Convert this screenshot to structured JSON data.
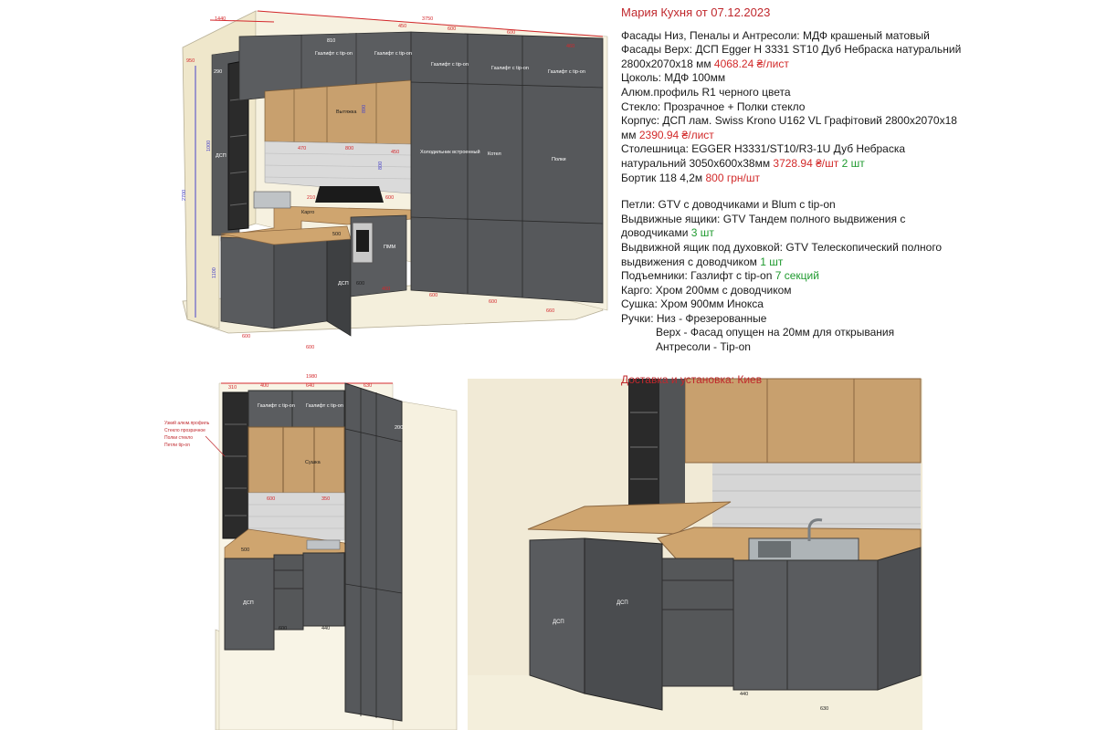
{
  "spec": {
    "title": "Мария Кухня от 07.12.2023",
    "lines1": [
      {
        "parts": [
          {
            "t": "Фасады Низ, Пеналы и Антресоли: МДФ крашеный матовый"
          }
        ]
      },
      {
        "parts": [
          {
            "t": "Фасады Верх: ДСП Egger H 3331 ST10 Дуб Небраска натуральний"
          }
        ]
      },
      {
        "parts": [
          {
            "t": "2800x2070x18 мм "
          },
          {
            "t": "4068.24 ₴/лист",
            "c": "red"
          }
        ]
      },
      {
        "parts": [
          {
            "t": "Цоколь: МДФ 100мм"
          }
        ]
      },
      {
        "parts": [
          {
            "t": "Алюм.профиль R1 черного цвета"
          }
        ]
      },
      {
        "parts": [
          {
            "t": "Стекло: Прозрачное + Полки стекло"
          }
        ]
      },
      {
        "parts": [
          {
            "t": "Корпус: ДСП лам. Swiss Krono U162 VL Графітовий 2800x2070x18"
          }
        ]
      },
      {
        "parts": [
          {
            "t": "мм "
          },
          {
            "t": "2390.94 ₴/лист",
            "c": "red"
          }
        ]
      },
      {
        "parts": [
          {
            "t": "Столешница: EGGER H3331/ST10/R3-1U Дуб Небраска"
          }
        ]
      },
      {
        "parts": [
          {
            "t": "натуральний 3050x600x38мм "
          },
          {
            "t": "3728.94 ₴/шт",
            "c": "red"
          },
          {
            "t": " 2 шт",
            "c": "green"
          }
        ]
      },
      {
        "parts": [
          {
            "t": "Бортик 118 4,2м "
          },
          {
            "t": "800 грн/шт",
            "c": "red"
          }
        ]
      }
    ],
    "lines2": [
      {
        "parts": [
          {
            "t": "Петли: GTV с доводчиками и Blum с tip-on"
          }
        ]
      },
      {
        "parts": [
          {
            "t": "Выдвижные ящики: GTV Тандем полного выдвижения с"
          }
        ]
      },
      {
        "parts": [
          {
            "t": "доводчиками "
          },
          {
            "t": "3 шт",
            "c": "green"
          }
        ]
      },
      {
        "parts": [
          {
            "t": "Выдвижной ящик под духовкой: GTV Телескопический полного"
          }
        ]
      },
      {
        "parts": [
          {
            "t": "выдвижения с доводчиком "
          },
          {
            "t": "1 шт",
            "c": "green"
          }
        ]
      },
      {
        "parts": [
          {
            "t": "Подъемники: Газлифт с tip-on "
          },
          {
            "t": "7 секций",
            "c": "green"
          }
        ]
      },
      {
        "parts": [
          {
            "t": "Карго: Хром 200мм с доводчиком"
          }
        ]
      },
      {
        "parts": [
          {
            "t": "Сушка: Хром 900мм Инокса"
          }
        ]
      },
      {
        "parts": [
          {
            "t": "Ручки: Низ - Фрезерованные"
          }
        ]
      },
      {
        "parts": [
          {
            "t": "Верх - Фасад опущен на 20мм для открывания"
          }
        ],
        "indent": true
      },
      {
        "parts": [
          {
            "t": "Антресоли - Tip-on"
          }
        ],
        "indent": true
      }
    ],
    "delivery": "Доставка и установка: Киев"
  },
  "view1": {
    "dims_top": [
      "1440",
      "3750",
      "450",
      "600",
      "600",
      "460",
      "950",
      "290",
      "810"
    ],
    "dims_side": [
      "2700",
      "1000",
      "1100",
      "800",
      "890"
    ],
    "dims_bottom": [
      "600",
      "600",
      "400",
      "600",
      "600",
      "660",
      "470",
      "800",
      "450",
      "210",
      "600",
      "500",
      "600"
    ],
    "labels": {
      "gaslift": "Газлифт\nс tip-on",
      "vytyazhka": "Вытяжка",
      "fridge": "Холодильник\nвстроенный",
      "boiler": "Котел",
      "shelves": "Полки",
      "dsp": "ДСП",
      "cargo": "Карго",
      "dishwasher": "ПММ"
    }
  },
  "view2": {
    "dims_top": [
      "1980",
      "310",
      "400",
      "640",
      "630",
      "200",
      "500",
      "600",
      "440",
      "600",
      "350"
    ],
    "notes": [
      "Узкий алюм.профиль",
      "Стекло прозрачное",
      "Полки стекло",
      "Петли tip-on"
    ],
    "labels": {
      "gaslift": "Газлифт\nс tip-on",
      "sushka": "Сушка",
      "dsp": "ДСП"
    }
  },
  "view3": {
    "dims": [
      "440",
      "630"
    ],
    "labels": {
      "dsp": "ДСП"
    }
  },
  "colors": {
    "graphite": "#545658",
    "graphite_dark": "#3e4042",
    "oak": "#c8a06e",
    "oak_dark": "#a47a4c",
    "wall": "#f3ecd6",
    "tile": "#d6d6d6",
    "dim_red": "#d4282c",
    "note_red": "#c0282d"
  }
}
